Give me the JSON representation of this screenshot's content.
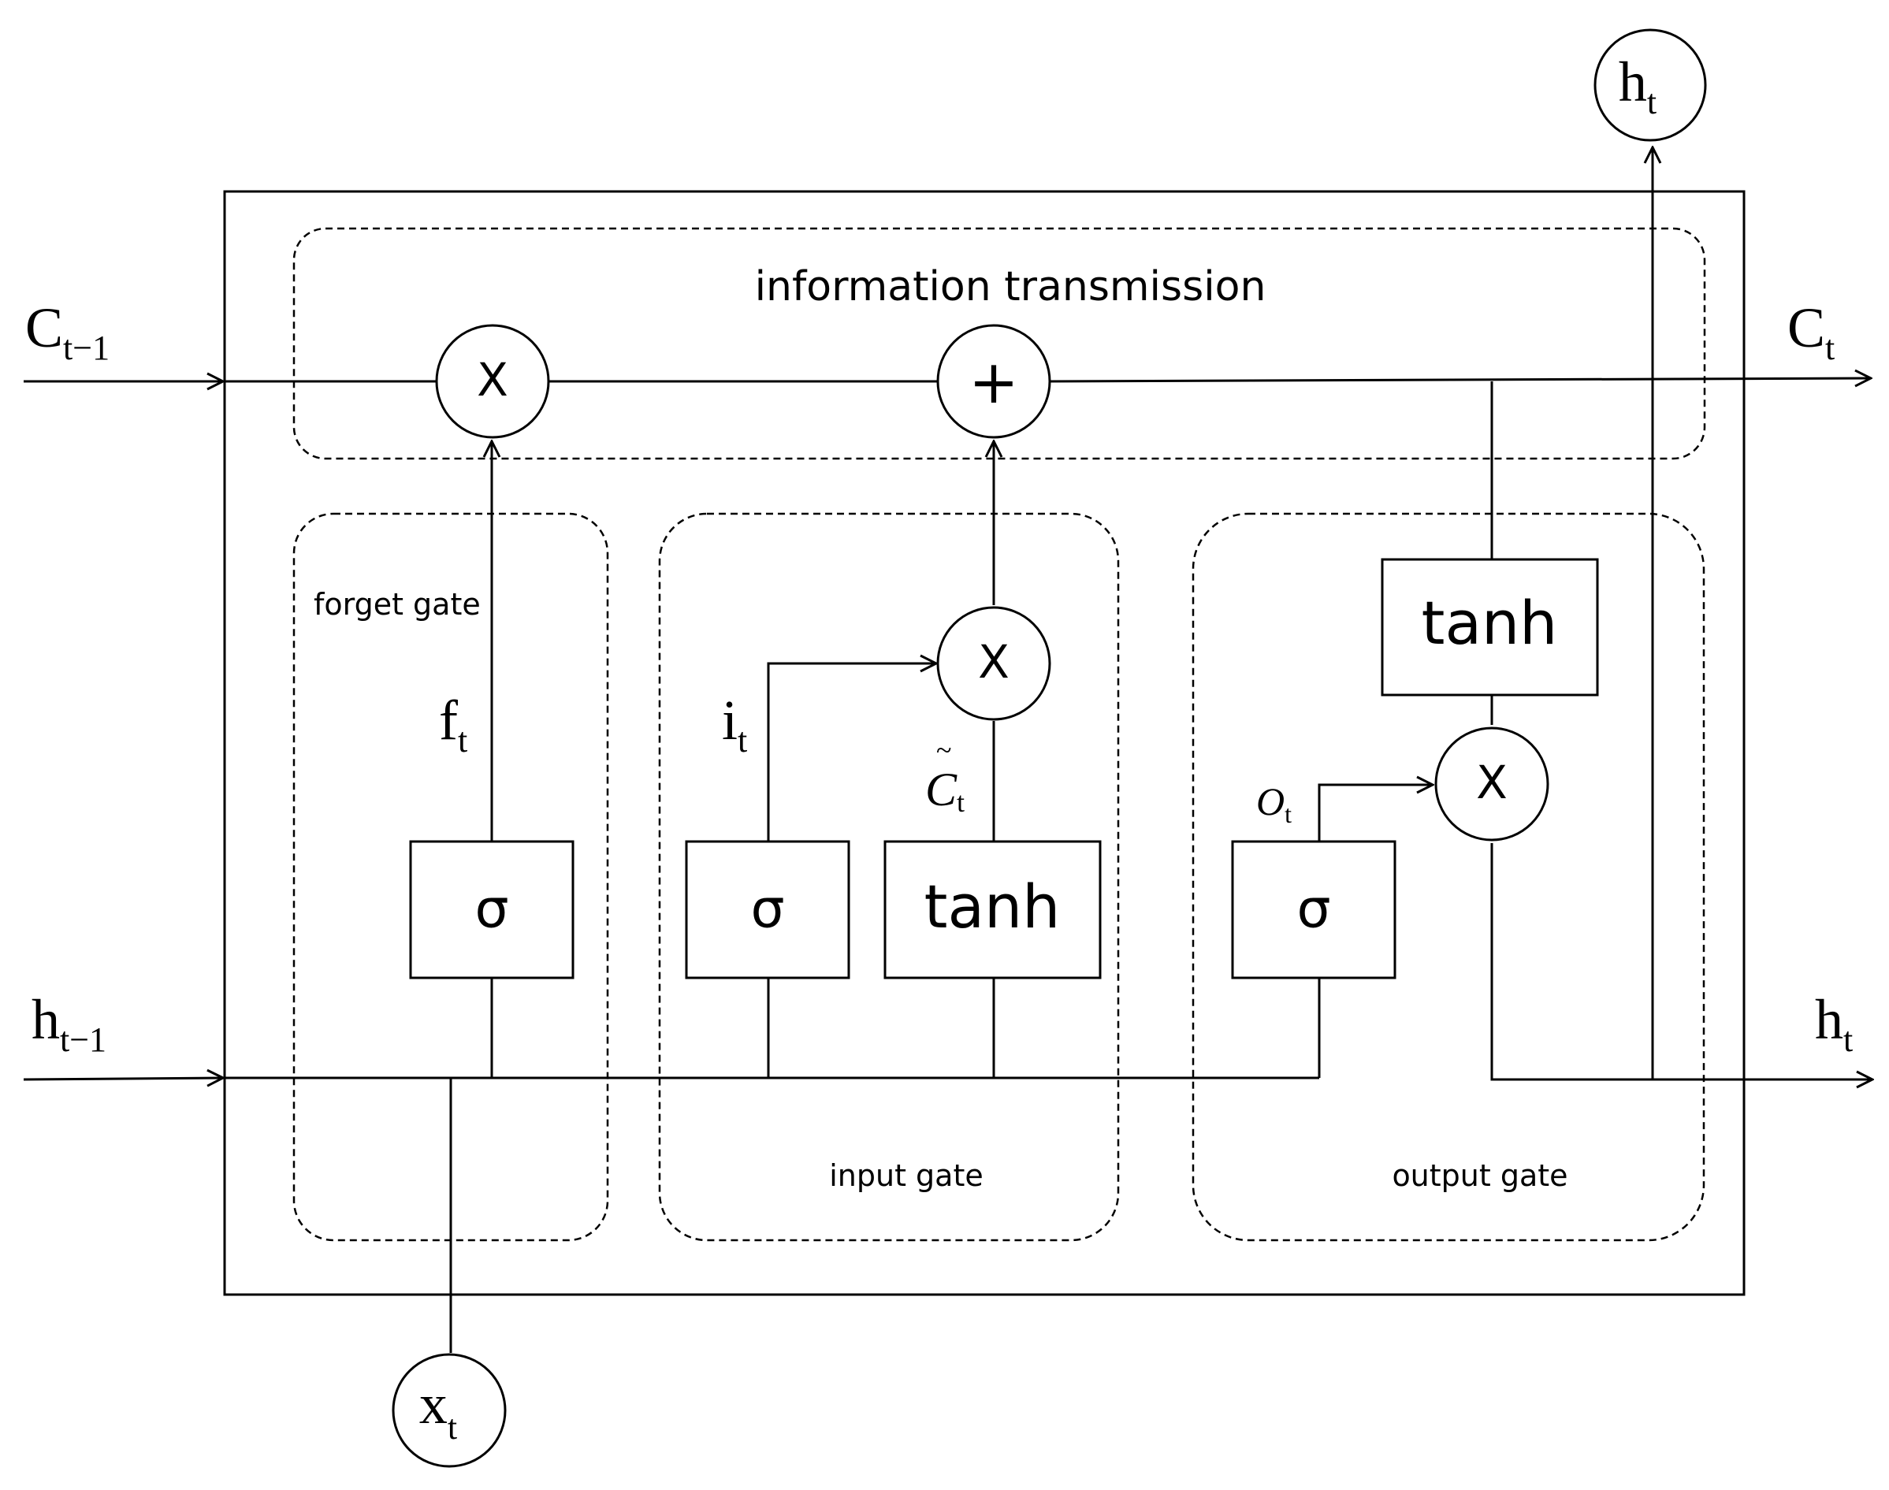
{
  "title": "information transmission",
  "gates": {
    "forget": "forget gate",
    "input": "input gate",
    "output": "output gate"
  },
  "ops": {
    "multiply": "X",
    "add": "+"
  },
  "activations": {
    "sigmoid": "σ",
    "tanh": "tanh"
  },
  "variables": {
    "c_prev": "C",
    "c_prev_sub": "t−1",
    "c_t": "C",
    "c_t_sub": "t",
    "h_prev": "h",
    "h_prev_sub": "t−1",
    "h_t": "h",
    "h_t_sub": "t",
    "h_top": "h",
    "h_top_sub": "t",
    "x_t": "x",
    "x_t_sub": "t",
    "f_t": "f",
    "f_t_sub": "t",
    "i_t": "i",
    "i_t_sub": "t",
    "c_tilde": "C",
    "c_tilde_mark": "~",
    "c_tilde_sub": "t",
    "o_t": "O",
    "o_t_sub": "t"
  }
}
